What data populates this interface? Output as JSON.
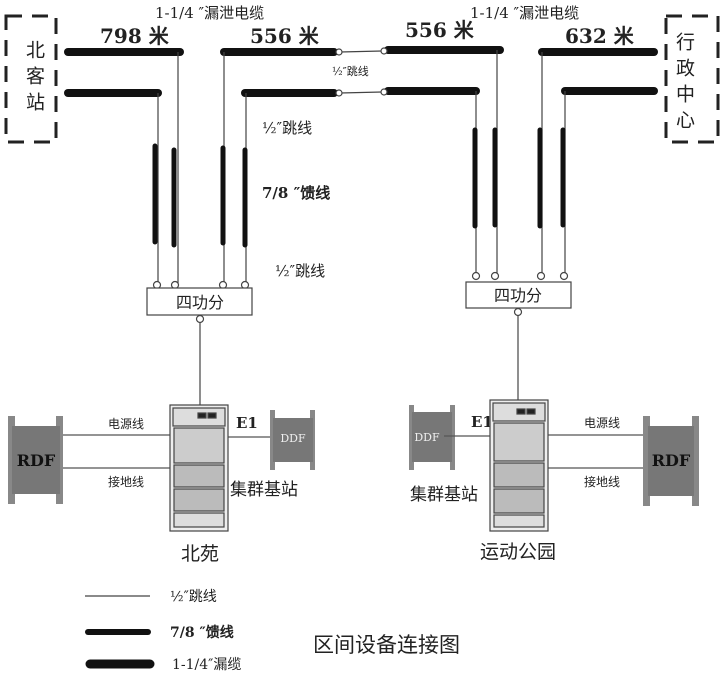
{
  "title": "区间设备连接图",
  "stations": {
    "left_end": "北客站",
    "right_end": "行政中心"
  },
  "cables": {
    "leaky_label_left": "1-1/4 ″漏泄电缆",
    "leaky_label_right": "1-1/4 ″漏泄电缆",
    "len1": "798 米",
    "len2": "556 米",
    "len3": "556 米",
    "len4": "632 米",
    "jumper_mid": "½″跳线",
    "jumper_top": "½″跳线",
    "feeder": "7/8 ″馈线",
    "jumper_bottom": "½″跳线"
  },
  "splitters": {
    "left": "四功分",
    "right": "四功分"
  },
  "sites": {
    "left": {
      "name": "北苑",
      "bts": "集群基站",
      "power": "电源线",
      "ground": "接地线",
      "e1": "E1",
      "rdf": "RDF",
      "ddf": "DDF"
    },
    "right": {
      "name": "运动公园",
      "bts": "集群基站",
      "power": "电源线",
      "ground": "接地线",
      "e1": "E1",
      "rdf": "RDF",
      "ddf": "DDF"
    }
  },
  "legend": [
    {
      "label": "½″跳线"
    },
    {
      "label": "7/8 ″馈线"
    },
    {
      "label": "1-1/4″漏缆"
    }
  ],
  "colors": {
    "cable": "#111111",
    "frame": "#7a7a7a",
    "line": "#555555"
  }
}
